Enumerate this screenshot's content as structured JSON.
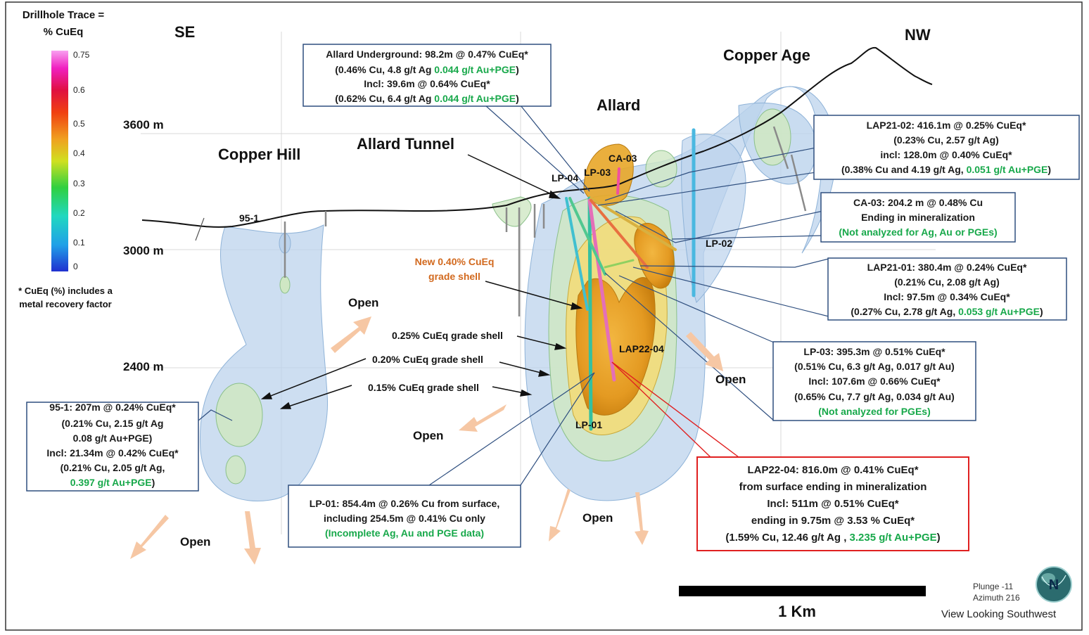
{
  "legend": {
    "title_line1": "Drillhole Trace =",
    "title_line2": "% CuEq",
    "ticks": [
      "0.75",
      "0.6",
      "0.5",
      "0.4",
      "0.3",
      "0.2",
      "0.1",
      "0"
    ],
    "note_line1": "* CuEq (%) includes a",
    "note_line2": "metal recovery factor"
  },
  "directions": {
    "left": "SE",
    "right": "NW"
  },
  "elevations": [
    "3600 m",
    "3000 m",
    "2400 m"
  ],
  "areas": {
    "copper_hill": "Copper Hill",
    "allard_tunnel": "Allard Tunnel",
    "allard": "Allard",
    "copper_age": "Copper Age"
  },
  "holes": {
    "h951": "95-1",
    "lp04": "LP-04",
    "lp03": "LP-03",
    "ca03": "CA-03",
    "lp02": "LP-02",
    "lap2204": "LAP22-04",
    "lp01": "LP-01"
  },
  "shells": {
    "new_line1": "New 0.40% CuEq",
    "new_line2": "grade shell",
    "s025": "0.25% CuEq grade shell",
    "s020": "0.20% CuEq grade shell",
    "s015": "0.15% CuEq grade shell"
  },
  "open_label": "Open",
  "callouts": {
    "allard_ug": {
      "l1": "Allard Underground: 98.2m @ 0.47% CuEq*",
      "l2a": "(0.46% Cu, 4.8 g/t Ag ",
      "l2b": "0.044 g/t Au+PGE",
      "l2c": ")",
      "l3": "Incl: 39.6m @ 0.64% CuEq*",
      "l4a": "(0.62% Cu, 6.4 g/t Ag ",
      "l4b": "0.044 g/t Au+PGE",
      "l4c": ")"
    },
    "lap2102": {
      "l1": "LAP21-02: 416.1m @ 0.25% CuEq*",
      "l2": "(0.23% Cu, 2.57 g/t Ag)",
      "l3": "incl: 128.0m @ 0.40% CuEq*",
      "l4a": "(0.38% Cu and 4.19 g/t Ag, ",
      "l4b": "0.051 g/t Au+PGE",
      "l4c": ")"
    },
    "ca03": {
      "l1": "CA-03: 204.2 m @ 0.48% Cu",
      "l2": "Ending in mineralization",
      "l3": "(Not analyzed for Ag, Au or PGEs)"
    },
    "lap2101": {
      "l1": "LAP21-01: 380.4m @ 0.24% CuEq*",
      "l2": "(0.21% Cu, 2.08 g/t Ag)",
      "l3": "Incl: 97.5m @ 0.34% CuEq*",
      "l4a": "(0.27% Cu, 2.78 g/t Ag, ",
      "l4b": "0.053 g/t Au+PGE",
      "l4c": ")"
    },
    "lp03": {
      "l1": "LP-03: 395.3m @ 0.51% CuEq*",
      "l2": "(0.51% Cu, 6.3 g/t Ag, 0.017 g/t Au)",
      "l3": "Incl: 107.6m @ 0.66% CuEq*",
      "l4": "(0.65% Cu, 7.7 g/t Ag, 0.034 g/t Au)",
      "l5": "(Not analyzed for PGEs)"
    },
    "h951": {
      "l1": "95-1: 207m @ 0.24% CuEq*",
      "l2": "(0.21% Cu, 2.15 g/t Ag",
      "l3": "0.08 g/t Au+PGE)",
      "l4": "Incl: 21.34m @ 0.42% CuEq*",
      "l5": "(0.21% Cu, 2.05 g/t Ag,",
      "l6a": "0.397 g/t Au+PGE",
      "l6b": ")"
    },
    "lp01": {
      "l1": "LP-01: 854.4m @ 0.26% Cu from surface,",
      "l2": "including 254.5m @ 0.41% Cu only",
      "l3": "(Incomplete Ag, Au and PGE data)"
    },
    "lap2204": {
      "l1": "LAP22-04: 816.0m @ 0.41% CuEq*",
      "l2": "from surface ending in mineralization",
      "l3": "Incl: 511m @ 0.51% CuEq*",
      "l4": "ending in 9.75m @ 3.53 % CuEq*",
      "l5a": "(1.59% Cu, 12.46 g/t Ag , ",
      "l5b": "3.235 g/t Au+PGE",
      "l5c": ")"
    }
  },
  "scale": {
    "label": "1 Km"
  },
  "view": {
    "plunge": "Plunge -11",
    "azimuth": "Azimuth 216",
    "looking": "View Looking Southwest"
  },
  "colors": {
    "box_border": "#2f4f7f",
    "red_box_border": "#e02020",
    "shell_blue": "#bcd3ec",
    "shell_green": "#cfe7c4",
    "shell_yellow": "#f2dc7a",
    "shell_orange": "#e6a62a",
    "arrow_peach": "#f6c7a4",
    "green_text": "#17a84a",
    "orange_text": "#d2691e"
  }
}
